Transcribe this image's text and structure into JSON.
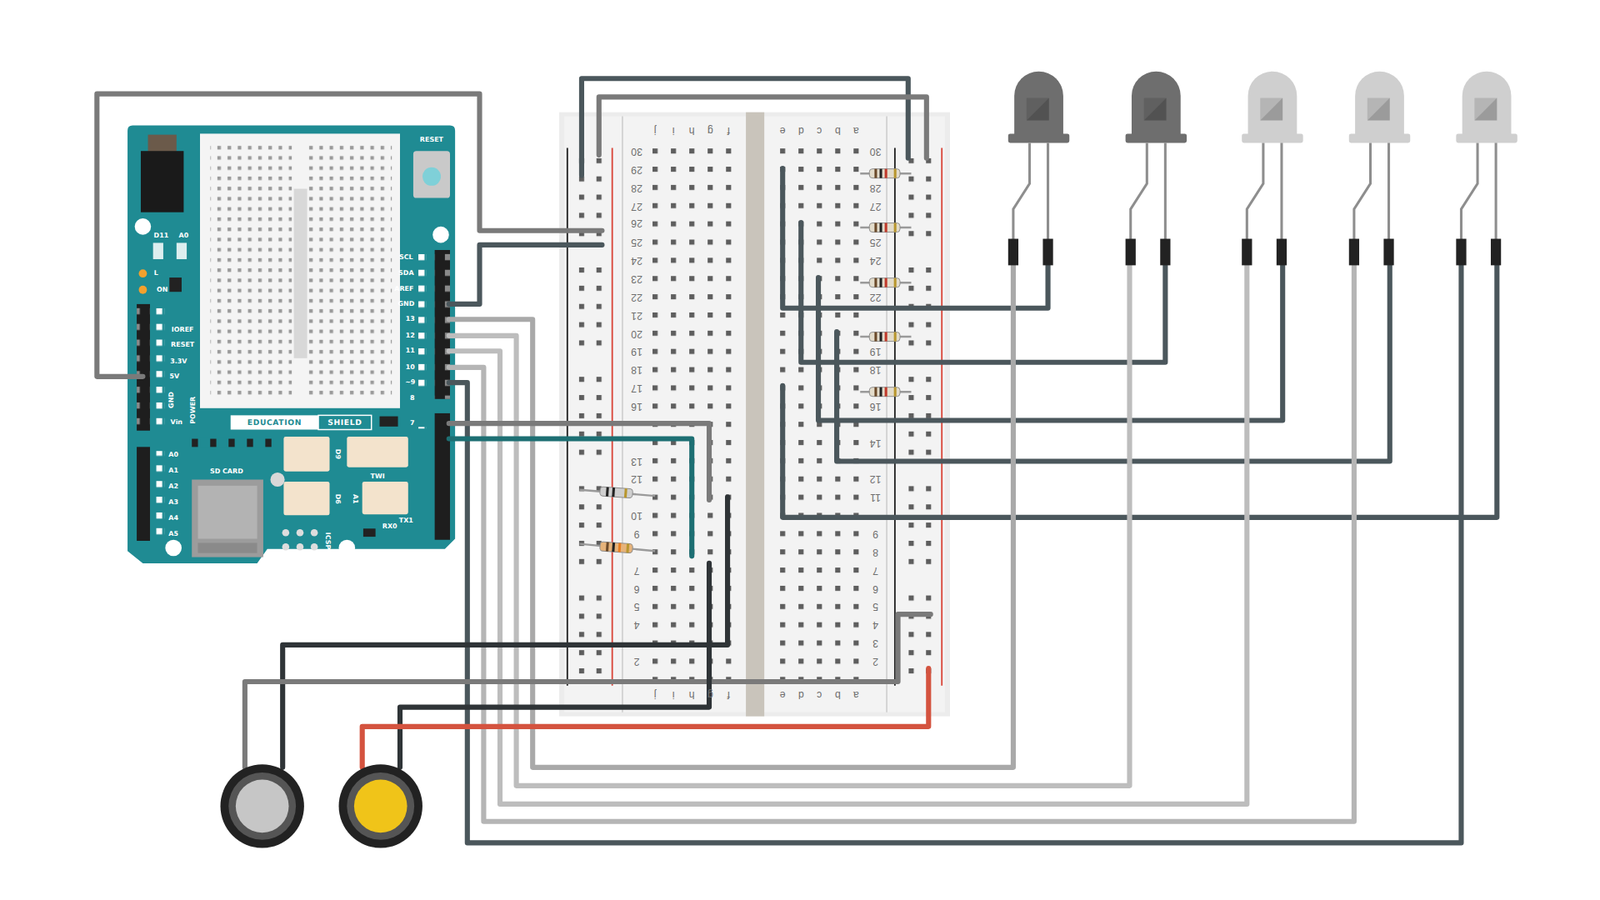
{
  "diagram": {
    "labels": [
      "RESET",
      "D11",
      "A0",
      "L",
      "ON",
      "SCL",
      "SDA",
      "AREF",
      "GND",
      "13",
      "12",
      "11",
      "10",
      "~9",
      "8",
      "7",
      "TX1",
      "RX0",
      "IOREF",
      "RESET",
      "3.3V",
      "5V",
      "GND",
      "Vin",
      "POWER",
      "A0",
      "A1",
      "A2",
      "A3",
      "A4",
      "A5",
      "EDUCATION",
      "SHIELD",
      "SD CARD",
      "D9",
      "TWI",
      "D6",
      "A1",
      "ICSP",
      "j",
      "i",
      "h",
      "g",
      "f",
      "e",
      "d",
      "c",
      "b",
      "a",
      "j",
      "i",
      "h",
      "g",
      "f",
      "e",
      "d",
      "c",
      "b",
      "a",
      "30",
      "29",
      "28",
      "27",
      "26",
      "25",
      "24",
      "23",
      "22",
      "21",
      "20",
      "19",
      "18",
      "17",
      "16",
      "13",
      "12",
      "10",
      "9",
      "7",
      "6",
      "5",
      "4",
      "2",
      "30",
      "28",
      "27",
      "25",
      "24",
      "22",
      "19",
      "18",
      "16",
      "14",
      "12",
      "11",
      "9",
      "8",
      "7",
      "6",
      "5",
      "4",
      "3",
      "2"
    ]
  }
}
